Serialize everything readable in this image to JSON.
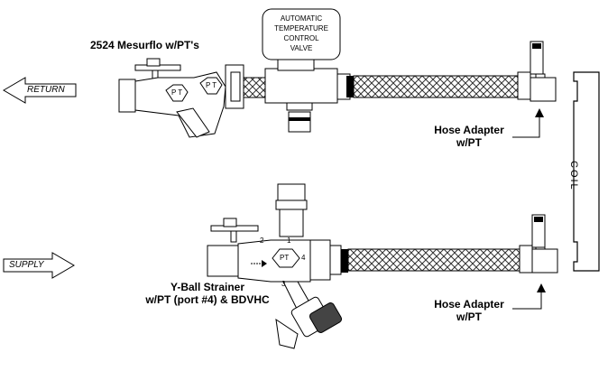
{
  "arrows": {
    "return_label": "RETURN",
    "supply_label": "SUPPLY"
  },
  "valve": {
    "line1": "AUTOMATIC",
    "line2": "TEMPERATURE",
    "line3": "CONTROL",
    "line4": "VALVE"
  },
  "labels": {
    "mesurflo": "2524 Mesurflo w/PT's",
    "hose_adapter_top_1": "Hose Adapter",
    "hose_adapter_top_2": "w/PT",
    "hose_adapter_bottom_1": "Hose Adapter",
    "hose_adapter_bottom_2": "w/PT",
    "ystrainer_1": "Y-Ball Strainer",
    "ystrainer_2": "w/PT (port #4) & BDVHC",
    "coil": "COIL"
  },
  "port_marks": {
    "pt_a": "P T",
    "pt_b": "P T",
    "pt_c": "PT",
    "num_1": "1",
    "num_2": "2",
    "num_3": "3",
    "num_4": "4"
  }
}
